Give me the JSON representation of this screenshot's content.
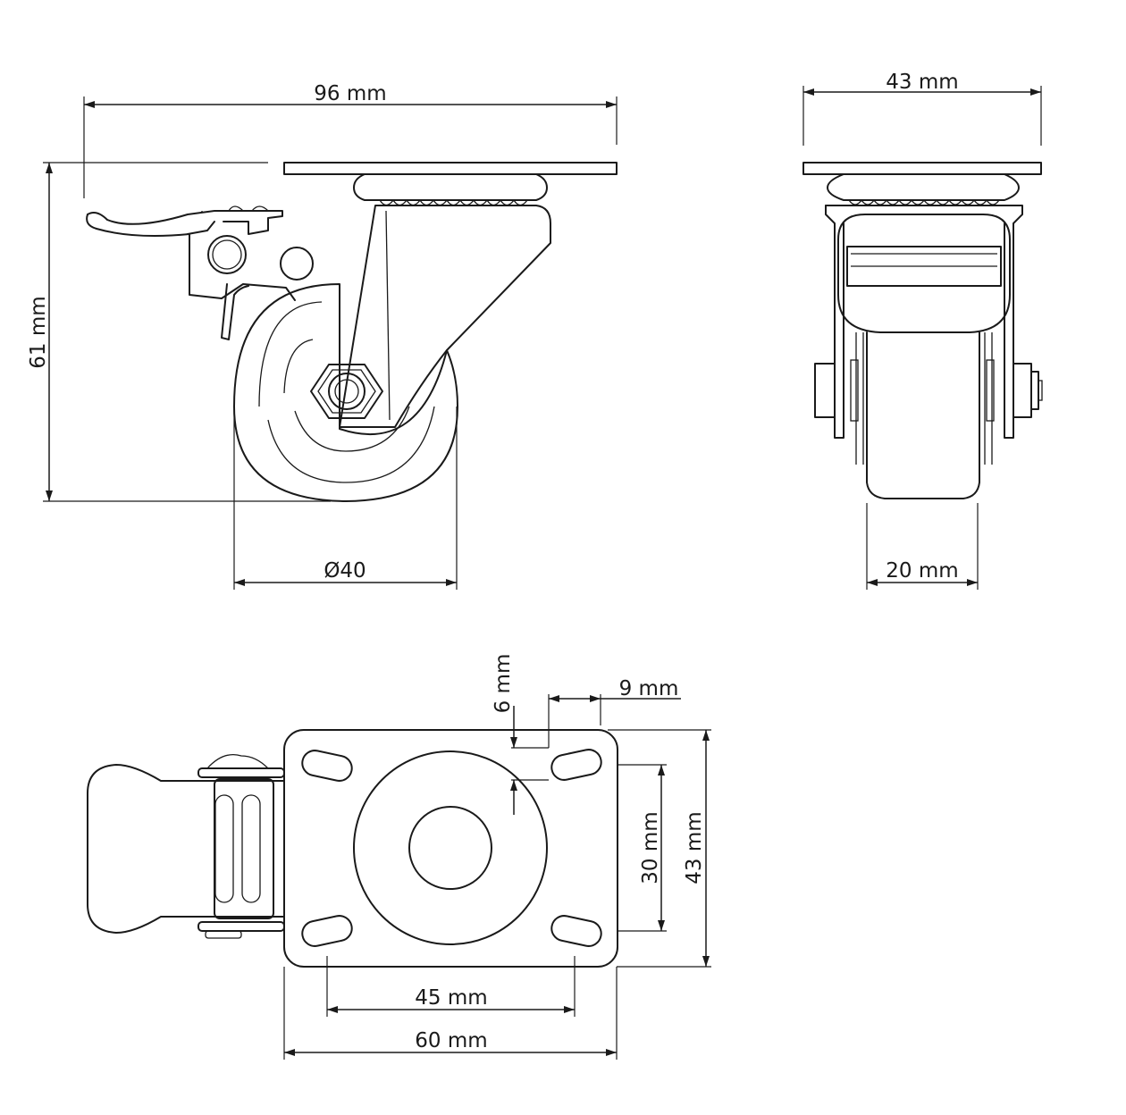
{
  "diagram": {
    "dimensions": {
      "total_length": "96 mm",
      "total_height": "61 mm",
      "wheel_diameter": "Ø40",
      "plate_width_front": "43 mm",
      "wheel_width": "20 mm",
      "hole_offset_y": "6 mm",
      "hole_offset_x": "9 mm",
      "hole_spacing_y": "30 mm",
      "plate_width_top": "43 mm",
      "hole_spacing_x": "45 mm",
      "plate_length": "60 mm"
    },
    "colors": {
      "line": "#1a1a1a",
      "background": "#ffffff"
    }
  }
}
